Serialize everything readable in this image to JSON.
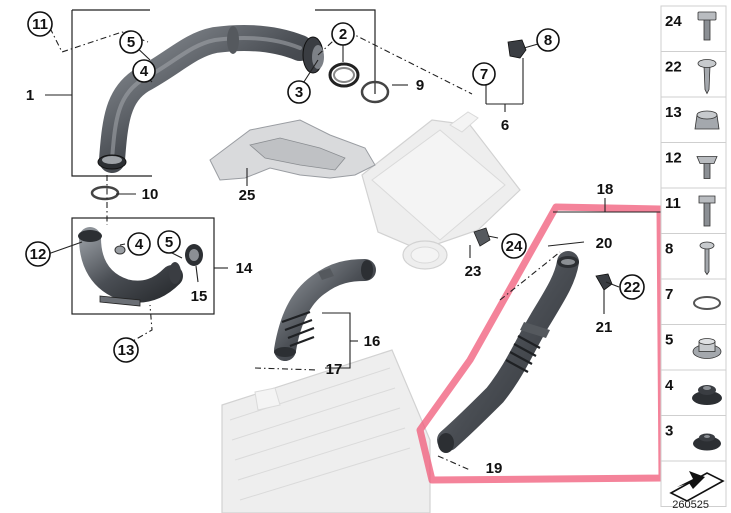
{
  "diagram": {
    "reference_number": "260525",
    "colors": {
      "highlight_frame": "#f05a78",
      "part_dark": "#3a3d42",
      "part_mid": "#6b6f75",
      "ghost_fill": "#eeeeee"
    },
    "labels": {
      "l1": "1",
      "l2": "2",
      "l3": "3",
      "l4a": "4",
      "l5a": "5",
      "l6": "6",
      "l7": "7",
      "l8": "8",
      "l9": "9",
      "l10": "10",
      "l11": "11",
      "l12": "12",
      "l13": "13",
      "l14": "14",
      "l15": "15",
      "l16": "16",
      "l17": "17",
      "l18": "18",
      "l19": "19",
      "l20": "20",
      "l21": "21",
      "l22": "22",
      "l23": "23",
      "l24": "24",
      "l25": "25",
      "l4b": "4",
      "l5b": "5"
    },
    "sidebar": {
      "items": [
        "24",
        "22",
        "13",
        "12",
        "11",
        "8",
        "7",
        "5",
        "4",
        "3",
        ""
      ]
    }
  }
}
